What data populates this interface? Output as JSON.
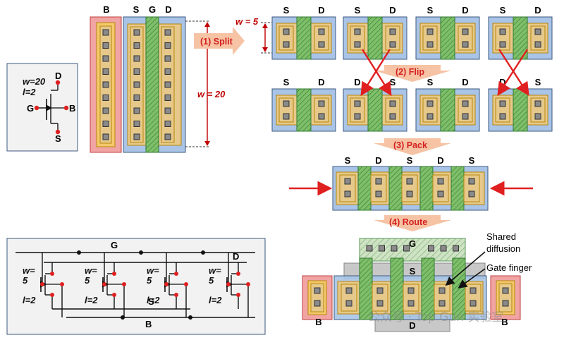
{
  "steps": {
    "split": "(1) Split",
    "flip": "(2) Flip",
    "pack": "(3) Pack",
    "route": "(4) Route"
  },
  "original": {
    "labels": [
      "B",
      "S",
      "G",
      "D"
    ],
    "width": "w = 20"
  },
  "finger_width": "w = 5",
  "split_row": [
    {
      "left": "S",
      "right": "D"
    },
    {
      "left": "S",
      "right": "D"
    },
    {
      "left": "S",
      "right": "D"
    },
    {
      "left": "S",
      "right": "D"
    }
  ],
  "flip_row": [
    {
      "left": "S",
      "right": "D"
    },
    {
      "left": "D",
      "right": "S"
    },
    {
      "left": "S",
      "right": "D"
    },
    {
      "left": "D",
      "right": "S"
    }
  ],
  "pack_labels": [
    "S",
    "D",
    "S",
    "D",
    "S"
  ],
  "routed": {
    "gate": "G",
    "source": "S",
    "drain": "D",
    "bulk_left": "B",
    "bulk_right": "B",
    "shared_diffusion": "Shared\ndiffusion",
    "gate_finger": "Gate finger"
  },
  "symbol": {
    "w": "w=20",
    "l": "l=2",
    "D": "D",
    "G": "G",
    "B": "B",
    "S": "S"
  },
  "circuit": {
    "G": "G",
    "D": "D",
    "S": "S",
    "B": "B",
    "w_label": "w=",
    "w_value": "5",
    "l_label": "l=2"
  },
  "watermark": "公众号 · Top Gun 实验室",
  "colors": {
    "diffusion": "#e6c98a",
    "diffusion_stroke": "#b8860b",
    "well": "#a9c4e6",
    "well_stroke": "#3c5a80",
    "bulk": "#f1a4a4",
    "gate": "#7fbf6a",
    "contact": "#777777",
    "arrow_red": "#e02020",
    "step_fill": "#f6c3a4",
    "panel": "#f2f2f2"
  }
}
